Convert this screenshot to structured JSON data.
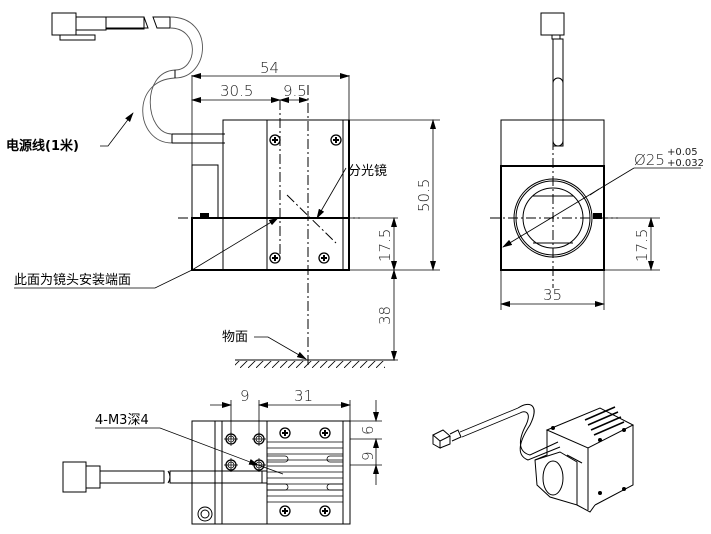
{
  "drawing": {
    "type": "mechanical dimension drawing",
    "labels": {
      "power_cable": "电源线(1米)",
      "beam_splitter": "分光镜",
      "lens_mount_face": "此面为镜头安装端面",
      "object_plane": "物面",
      "mount_holes": "4-M3深4"
    },
    "front_view": {
      "dim_total_width": "54",
      "dim_to_axis": "30.5",
      "dim_offset": "9.5",
      "dim_height": "50.5",
      "dim_axis_height": "17.5",
      "dim_working_distance": "38"
    },
    "side_view": {
      "bore_diameter": "Ø25",
      "tol_upper": "+0.05",
      "tol_lower": "+0.032",
      "dim_axis_height": "17.5",
      "dim_width": "35"
    },
    "top_view": {
      "dim_hole_spacing_x": "9",
      "dim_edge": "31",
      "dim_hole_spacing_y1": "6",
      "dim_hole_spacing_y2": "9"
    },
    "isometric_view": {
      "description": "3D view of coaxial light source with cable"
    }
  }
}
